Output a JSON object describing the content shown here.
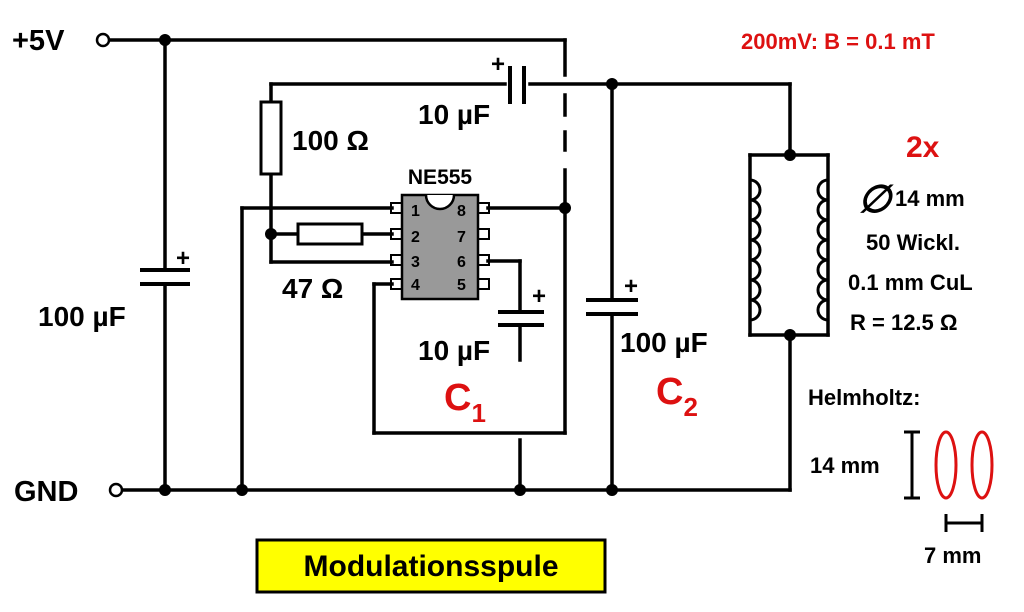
{
  "supply": {
    "vplus": "+5V",
    "gnd": "GND"
  },
  "note": {
    "scale": "200mV: B = 0.1 mT"
  },
  "ic": {
    "name": "NE555",
    "pins_left": [
      "1",
      "2",
      "3",
      "4"
    ],
    "pins_right": [
      "8",
      "7",
      "6",
      "5"
    ]
  },
  "components": {
    "r1": "100 Ω",
    "r2": "47 Ω",
    "c_coupling": "10 µF",
    "c1": {
      "value": "10 µF",
      "label": "C",
      "sub": "1"
    },
    "c2": {
      "value": "100 µF",
      "label": "C",
      "sub": "2"
    },
    "c_supply": "100 µF",
    "plus": "+"
  },
  "coil": {
    "count": "2x",
    "diameter_symbol": "∅",
    "diameter": "14 mm",
    "windings": "50 Wickl.",
    "wire": "0.1 mm CuL",
    "resistance": "R = 12.5 Ω"
  },
  "helmholtz": {
    "title": "Helmholtz:",
    "height": "14 mm",
    "spacing": "7 mm"
  },
  "title": "Modulationsspule",
  "colors": {
    "accent": "#dd1111",
    "title_bg": "#ffff00",
    "ic_body": "#999999"
  }
}
